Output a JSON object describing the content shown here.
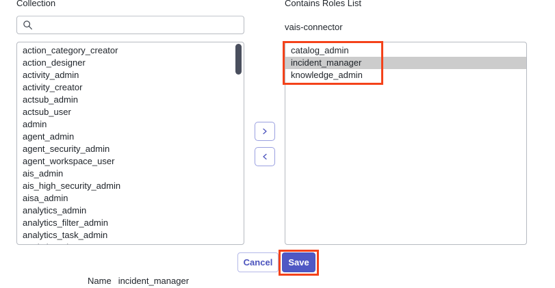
{
  "left_panel": {
    "label": "Collection",
    "search": {
      "icon": "search-icon",
      "value": "",
      "placeholder": ""
    },
    "items": [
      "action_category_creator",
      "action_designer",
      "activity_admin",
      "activity_creator",
      "actsub_admin",
      "actsub_user",
      "admin",
      "agent_admin",
      "agent_security_admin",
      "agent_workspace_user",
      "ais_admin",
      "ais_high_security_admin",
      "aisa_admin",
      "analytics_admin",
      "analytics_filter_admin",
      "analytics_task_admin",
      "analytics_viewer"
    ]
  },
  "transfer": {
    "add_label": "›",
    "remove_label": "‹",
    "add_icon": "chevron-right-icon",
    "remove_icon": "chevron-left-icon"
  },
  "right_panel": {
    "label": "Contains Roles List",
    "subject": "vais-connector",
    "items": [
      {
        "label": "catalog_admin",
        "selected": false
      },
      {
        "label": "incident_manager",
        "selected": true
      },
      {
        "label": "knowledge_admin",
        "selected": false
      }
    ]
  },
  "footer": {
    "cancel_label": "Cancel",
    "save_label": "Save"
  },
  "name_row": {
    "label": "Name",
    "value": "incident_manager"
  },
  "annotations": {
    "roles_box_color": "#f4421a",
    "save_box_color": "#f4421a"
  },
  "colors": {
    "accent": "#4f58c4",
    "accent_border": "#b4b8e8",
    "selection": "#cccccc",
    "panel_border": "#b6bac1",
    "annotation": "#f4421a",
    "scrollbar_thumb": "#4a4f5e"
  }
}
